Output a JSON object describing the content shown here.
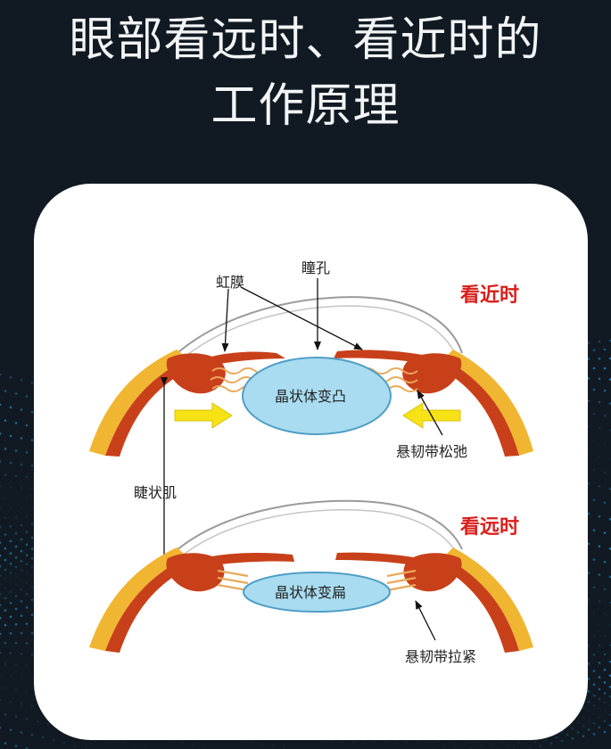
{
  "title": {
    "line1": "眼部看远时、看近时的",
    "line2": "工作原理"
  },
  "diagram": {
    "near": {
      "heading": "看近时",
      "lens": "晶状体变凸",
      "zonule": "悬韧带松弛"
    },
    "far": {
      "heading": "看远时",
      "lens": "晶状体变扁",
      "zonule": "悬韧带拉紧"
    },
    "iris": "虹膜",
    "pupil": "瞳孔",
    "ciliary_muscle": "睫状肌"
  },
  "colors": {
    "background": "#111a22",
    "accent_dots": "#2a9be0",
    "heading_red": "#d8201c",
    "lens_fill": "#a9dcf0",
    "muscle": "#c8401a",
    "sclera_yellow": "#f0b631",
    "arrow_yellow": "#f7e215"
  }
}
